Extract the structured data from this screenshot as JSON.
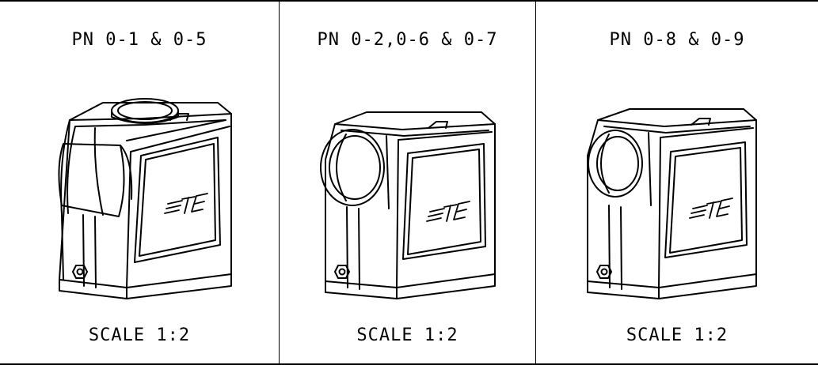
{
  "panels": [
    {
      "title": "PN 0-1 & 0-5",
      "scale": "SCALE 1:2"
    },
    {
      "title": "PN 0-2,0-6 & 0-7",
      "scale": "SCALE 1:2"
    },
    {
      "title": "PN 0-8 & 0-9",
      "scale": "SCALE 1:2"
    }
  ],
  "logo_text": "TE"
}
